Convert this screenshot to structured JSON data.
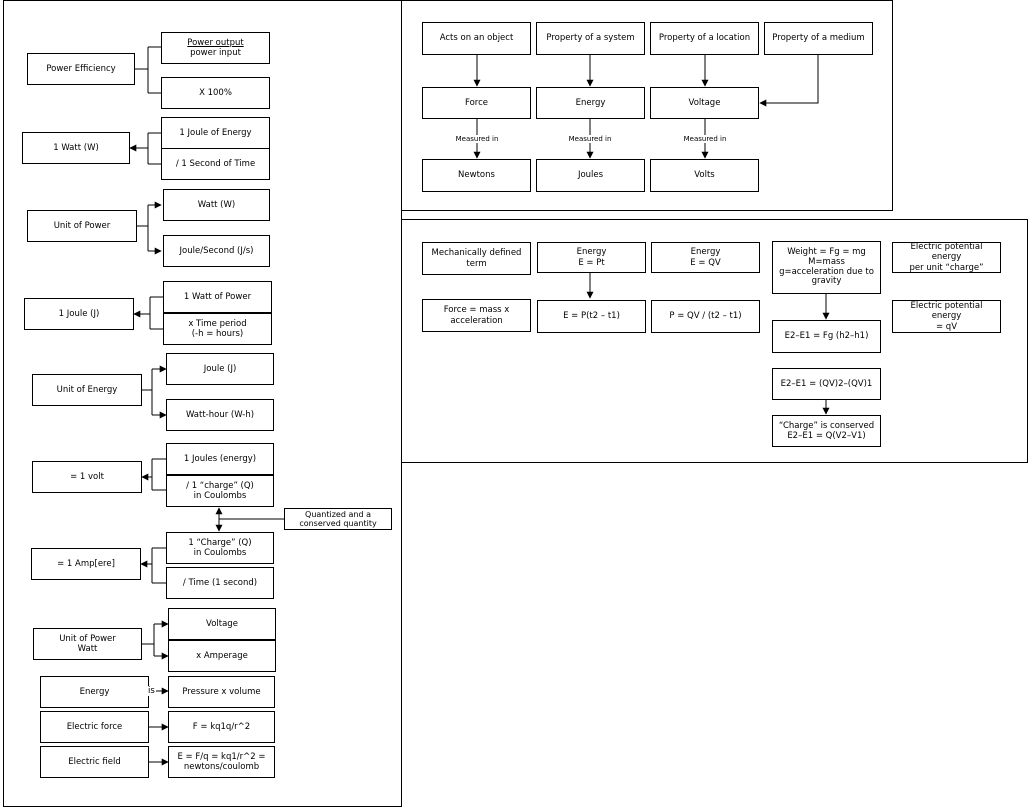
{
  "left_column": {
    "power_efficiency": {
      "label": "Power Efficiency",
      "numerator": "Power output",
      "denominator": "power input",
      "multiplier": "X 100%"
    },
    "watt": {
      "label": "1 Watt (W)",
      "part1": "1 Joule of Energy",
      "part2": "/ 1 Second of Time"
    },
    "unit_of_power": {
      "label": "Unit of Power",
      "opt1": "Watt (W)",
      "opt2": "Joule/Second (J/s)"
    },
    "joule": {
      "label": "1 Joule (J)",
      "part1": "1 Watt of Power",
      "part2_line1": "x Time period",
      "part2_line2": "(-h = hours)"
    },
    "unit_of_energy": {
      "label": "Unit of Energy",
      "opt1": "Joule (J)",
      "opt2": "Watt-hour (W-h)"
    },
    "volt": {
      "label": "= 1 volt",
      "part1": "1 Joules (energy)",
      "part2_line1": "/ 1 “charge” (Q)",
      "part2_line2": "in Coulombs"
    },
    "charge_note": {
      "line1": "Quantized and a",
      "line2": "conserved quantity"
    },
    "ampere": {
      "label": "= 1 Amp[ere]",
      "part1_line1": "1 “Charge” (Q)",
      "part1_line2": "in Coulombs",
      "part2": "/ Time (1 second)"
    },
    "power_watt": {
      "label_line1": "Unit of Power",
      "label_line2": "Watt",
      "opt1": "Voltage",
      "opt2": "x Amperage"
    },
    "energy": {
      "label": "Energy",
      "link": "is",
      "value": "Pressure x volume"
    },
    "electric_force": {
      "label": "Electric force",
      "value": "F = kq1q/r^2"
    },
    "electric_field": {
      "label": "Electric field",
      "value_line1": "E = F/q = kq1/r^2 =",
      "value_line2": "newtons/coulomb"
    }
  },
  "top_right": {
    "headers": [
      "Acts on an object",
      "Property of a system",
      "Property of a location",
      "Property of a medium"
    ],
    "quantities": [
      "Force",
      "Energy",
      "Voltage"
    ],
    "measured_in": "Measured in",
    "units": [
      "Newtons",
      "Joules",
      "Volts"
    ]
  },
  "bottom_right": {
    "mech_term_line1": "Mechanically defined",
    "mech_term_line2": "term",
    "force_def_line1": "Force = mass x",
    "force_def_line2": "acceleration",
    "energy_pt_line1": "Energy",
    "energy_pt_line2": "E = Pt",
    "e_formula": "E = P(t2 – t1)",
    "energy_qv_line1": "Energy",
    "energy_qv_line2": "E = QV",
    "p_formula": "P = QV / (t2 – t1)",
    "weight_line1": "Weight = Fg = mg",
    "weight_line2": "M=mass",
    "weight_line3": "g=acceleration due to",
    "weight_line4": "gravity",
    "delta_e_grav": "E2–E1 = Fg (h2–h1)",
    "delta_e_charge": "E2–E1  = (QV)2–(QV)1",
    "conserved_line1": "“Charge” is conserved",
    "conserved_line2": "E2–E1  = Q(V2–V1)",
    "pe_per_charge_line1": "Electric potential energy",
    "pe_per_charge_line2": "per unit “charge”",
    "pe_line1": "Electric potential energy",
    "pe_line2": "= qV"
  }
}
